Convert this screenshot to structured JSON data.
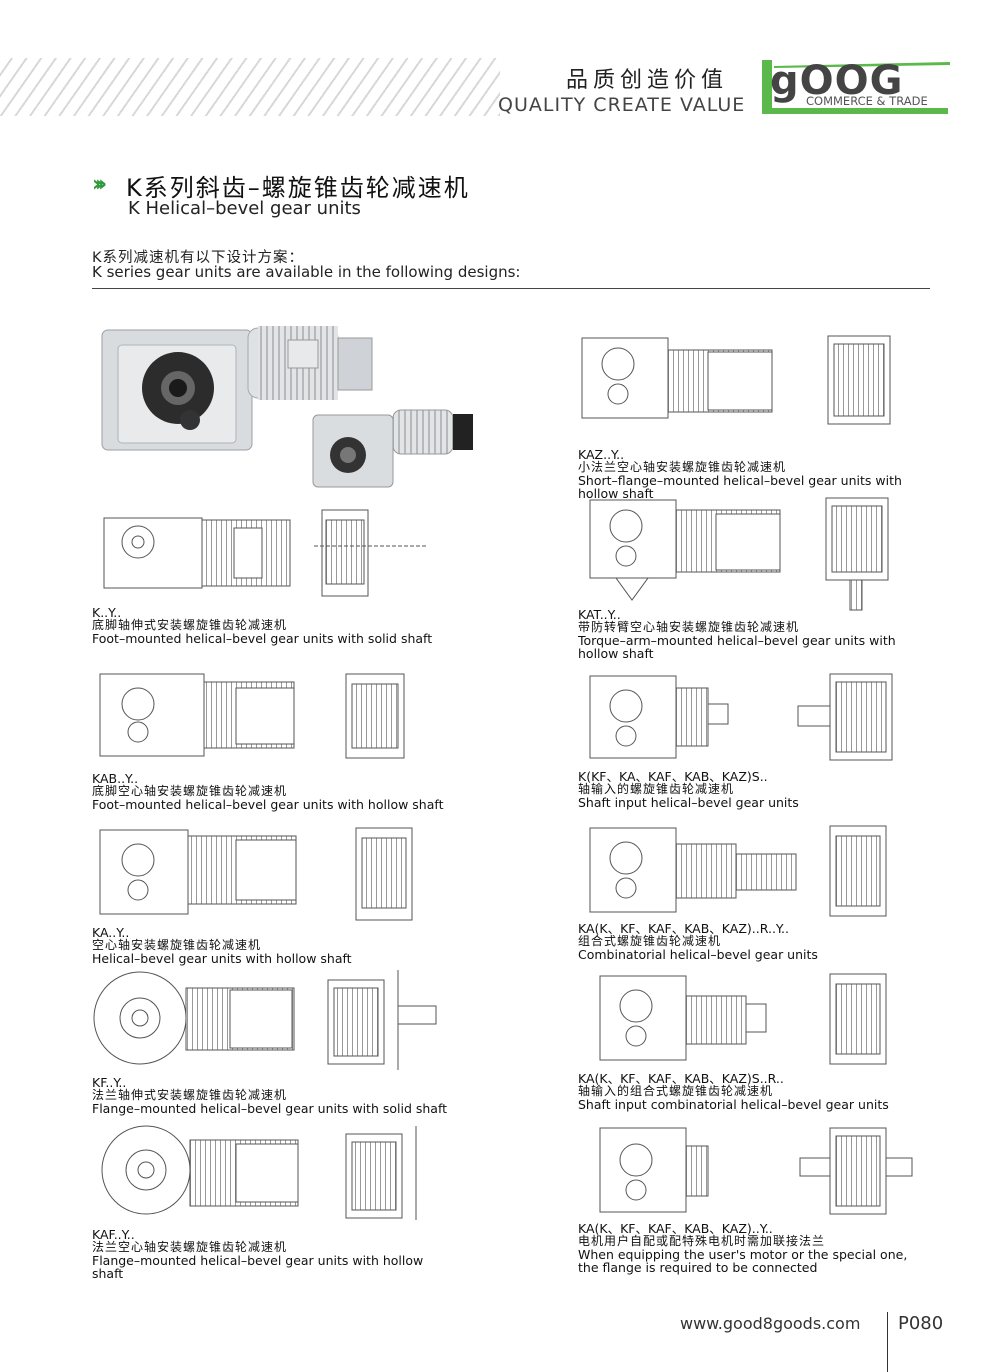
{
  "header": {
    "slogan_cn": "品质创造价值",
    "slogan_en": "QUALITY CREATE VALUE",
    "logo_text": "gOOG",
    "logo_sub": "COMMERCE & TRADE",
    "accent": "#5bb84a"
  },
  "title": {
    "cn": "K系列斜齿–螺旋锥齿轮减速机",
    "en": "K Helical–bevel gear units"
  },
  "intro": {
    "cn": "K系列减速机有以下设计方案：",
    "en": "K series gear units are available in the following designs:"
  },
  "items": [
    {
      "code": "K..Y..",
      "cn": "底脚轴伸式安装螺旋锥齿轮减速机",
      "en1": "Foot–mounted helical–bevel gear units with solid shaft",
      "en2": ""
    },
    {
      "code": "KAB..Y..",
      "cn": "底脚空心轴安装螺旋锥齿轮减速机",
      "en1": "Foot–mounted helical–bevel gear units with hollow shaft",
      "en2": ""
    },
    {
      "code": "KA..Y..",
      "cn": "空心轴安装螺旋锥齿轮减速机",
      "en1": "Helical–bevel gear units with hollow shaft",
      "en2": ""
    },
    {
      "code": "KF..Y..",
      "cn": "法兰轴伸式安装螺旋锥齿轮减速机",
      "en1": "Flange–mounted helical–bevel gear units with solid shaft",
      "en2": ""
    },
    {
      "code": "KAF..Y..",
      "cn": "法兰空心轴安装螺旋锥齿轮减速机",
      "en1": "Flange–mounted helical–bevel gear units with hollow",
      "en2": "shaft"
    },
    {
      "code": "KAZ..Y..",
      "cn": "小法兰空心轴安装螺旋锥齿轮减速机",
      "en1": "Short–flange–mounted helical–bevel gear units with",
      "en2": "hollow shaft"
    },
    {
      "code": "KAT..Y..",
      "cn": "带防转臂空心轴安装螺旋锥齿轮减速机",
      "en1": "Torque–arm–mounted helical–bevel gear units with",
      "en2": "hollow shaft"
    },
    {
      "code": "K(KF、KA、KAF、KAB、KAZ)S..",
      "cn": "轴输入的螺旋锥齿轮减速机",
      "en1": "Shaft input helical–bevel gear units",
      "en2": ""
    },
    {
      "code": "KA(K、KF、KAF、KAB、KAZ)..R..Y..",
      "cn": "组合式螺旋锥齿轮减速机",
      "en1": "Combinatorial helical–bevel gear units",
      "en2": ""
    },
    {
      "code": "KA(K、KF、KAF、KAB、KAZ)S..R..",
      "cn": "轴输入的组合式螺旋锥齿轮减速机",
      "en1": "Shaft input combinatorial helical–bevel gear units",
      "en2": ""
    },
    {
      "code": "KA(K、KF、KAF、KAB、KAZ)..Y..",
      "cn": "电机用户自配或配特殊电机时需加联接法兰",
      "en1": "When equipping the user's motor or the special one,",
      "en2": "the flange is required to be connected"
    }
  ],
  "footer": {
    "url": "www.good8goods.com",
    "page": "P080"
  }
}
